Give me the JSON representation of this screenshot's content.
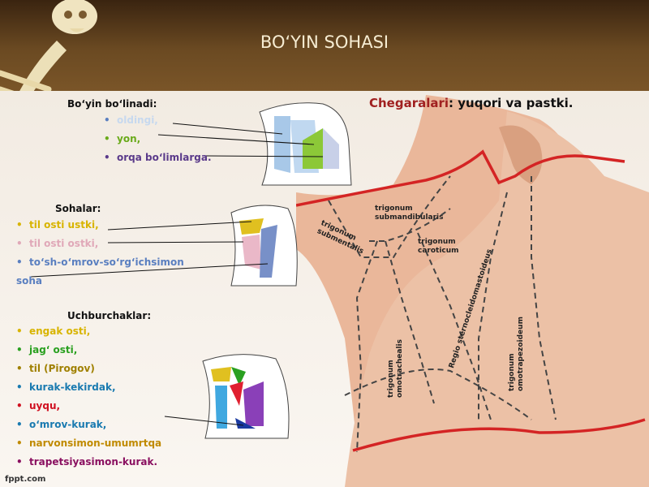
{
  "title": "BO‘YIN SOHASI",
  "section1": {
    "heading": "Bo‘yin bo‘linadi:",
    "items": [
      {
        "text": "oldingi,",
        "color": "#c7d9ef",
        "bullet": "#5a7fc0"
      },
      {
        "text": "yon,",
        "color": "#6aaa1a",
        "bullet": "#6aaa1a"
      },
      {
        "text": "orqa bo‘limlarga.",
        "color": "#5a3a8a",
        "bullet": "#5a3a8a"
      }
    ]
  },
  "section2": {
    "heading": "Sohalar:",
    "items": [
      {
        "text": "til osti ustki,",
        "color": "#d8b400",
        "bullet": "#d8b400"
      },
      {
        "text": "til osti ostki,",
        "color": "#e0a8b8",
        "bullet": "#e0a8b8"
      },
      {
        "text": "to‘sh-o‘mrov-so‘rg‘ichsimon",
        "color": "#5a7fc0",
        "bullet": "#5a7fc0"
      },
      {
        "text": "soha",
        "color": "#5a7fc0"
      }
    ]
  },
  "section3": {
    "heading": "Uchburchaklar:",
    "items": [
      {
        "text": "engak osti,",
        "color": "#d8b400",
        "bullet": "#d8b400"
      },
      {
        "text": "jag‘ osti,",
        "color": "#2aa020",
        "bullet": "#2aa020"
      },
      {
        "text": "til (Pirogov)",
        "color": "#a08000",
        "bullet": "#a08000"
      },
      {
        "text": "kurak-kekirdak,",
        "color": "#1a7ab0",
        "bullet": "#1a7ab0"
      },
      {
        "text": "uyqu,",
        "color": "#d01020",
        "bullet": "#d01020"
      },
      {
        "text": "o‘mrov-kurak,",
        "color": "#1a7ab0",
        "bullet": "#1a7ab0"
      },
      {
        "text": "narvonsimon-umumrtqa",
        "color": "#c08a00",
        "bullet": "#c08a00"
      },
      {
        "text": "trapetsiyasimon-kurak.",
        "color": "#8a1060",
        "bullet": "#8a1060"
      }
    ]
  },
  "chegara": {
    "label": "Chegaralari",
    "rest": ": yuqori va pastki."
  },
  "region_labels": {
    "submandibularis": [
      "trigonum",
      "submandibularis"
    ],
    "submentalis": [
      "trigonum",
      "submentalis"
    ],
    "caroticum": [
      "trigonum",
      "caroticum"
    ],
    "omotrachealis": [
      "trigonum",
      "omotrachealis"
    ],
    "sternocleido": "Regio sternocleidomastoideus",
    "omotrapezoideum": [
      "trigonum",
      "omotrapezoideum"
    ]
  },
  "footer": "fppt.com",
  "colors": {
    "banner": "#5a3a1a",
    "title_text": "#f6ecd2",
    "boundary_red": "#d42424"
  }
}
